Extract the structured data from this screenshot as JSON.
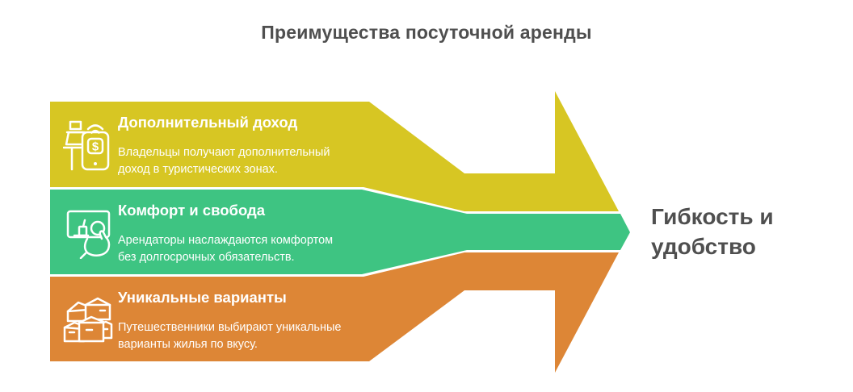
{
  "title": "Преимущества посуточной аренды",
  "result": {
    "label": "Гибкость и удобство"
  },
  "colors": {
    "yellow": "#d7c623",
    "green": "#3ec482",
    "orange": "#dd8636",
    "text_dark": "#4f4f4f",
    "text_light": "#ffffff"
  },
  "steps": [
    {
      "icon": "cash-register-phone-icon",
      "heading": "Дополнительный доход",
      "description": "Владельцы получают дополнительный доход в туристических зонах.",
      "color": "#d7c623"
    },
    {
      "icon": "person-armchair-screen-icon",
      "heading": "Комфорт и свобода",
      "description": "Арендаторы наслаждаются комфортом без долгосрочных обязательств.",
      "color": "#3ec482"
    },
    {
      "icon": "houses-cluster-icon",
      "heading": "Уникальные варианты",
      "description": "Путешественники выбирают уникальные варианты жилья по вкусу.",
      "color": "#dd8636"
    }
  ]
}
